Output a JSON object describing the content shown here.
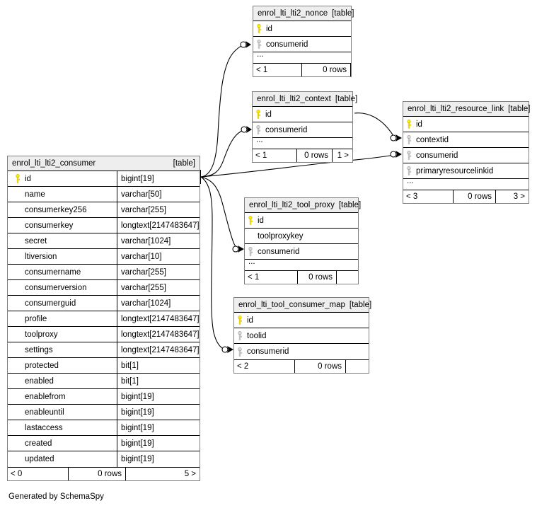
{
  "diagram": {
    "kind": "database-schema-er-diagram",
    "generator_note": "Generated by SchemaSpy",
    "table_kind_label": "[table]",
    "ellipsis_label": "...",
    "rows_label": "0 rows",
    "pk_icon": "yellow-key-icon",
    "fk_icon": "grey-key-icon",
    "colors": {
      "header_fill": "#eeeeee",
      "table_border": "#7f7f7f",
      "row_border": "#000000",
      "pk_key": "#ffea00",
      "fk_key": "#bfbfbf",
      "edge": "#000000",
      "background": "#ffffff"
    }
  },
  "tables": {
    "consumer": {
      "name": "enrol_lti_lti2_consumer",
      "kind": "[table]",
      "columns": [
        {
          "key": "pk",
          "name": "id",
          "type": "bigint[19]"
        },
        {
          "key": "none",
          "name": "name",
          "type": "varchar[50]"
        },
        {
          "key": "none",
          "name": "consumerkey256",
          "type": "varchar[255]"
        },
        {
          "key": "none",
          "name": "consumerkey",
          "type": "longtext[2147483647]"
        },
        {
          "key": "none",
          "name": "secret",
          "type": "varchar[1024]"
        },
        {
          "key": "none",
          "name": "ltiversion",
          "type": "varchar[10]"
        },
        {
          "key": "none",
          "name": "consumername",
          "type": "varchar[255]"
        },
        {
          "key": "none",
          "name": "consumerversion",
          "type": "varchar[255]"
        },
        {
          "key": "none",
          "name": "consumerguid",
          "type": "varchar[1024]"
        },
        {
          "key": "none",
          "name": "profile",
          "type": "longtext[2147483647]"
        },
        {
          "key": "none",
          "name": "toolproxy",
          "type": "longtext[2147483647]"
        },
        {
          "key": "none",
          "name": "settings",
          "type": "longtext[2147483647]"
        },
        {
          "key": "none",
          "name": "protected",
          "type": "bit[1]"
        },
        {
          "key": "none",
          "name": "enabled",
          "type": "bit[1]"
        },
        {
          "key": "none",
          "name": "enablefrom",
          "type": "bigint[19]"
        },
        {
          "key": "none",
          "name": "enableuntil",
          "type": "bigint[19]"
        },
        {
          "key": "none",
          "name": "lastaccess",
          "type": "bigint[19]"
        },
        {
          "key": "none",
          "name": "created",
          "type": "bigint[19]"
        },
        {
          "key": "none",
          "name": "updated",
          "type": "bigint[19]"
        }
      ],
      "has_ellipsis": false,
      "footer": {
        "left": "< 0",
        "middle": "0 rows",
        "right": "5 >"
      }
    },
    "nonce": {
      "name": "enrol_lti_lti2_nonce",
      "kind": "[table]",
      "columns": [
        {
          "key": "pk",
          "name": "id",
          "type": ""
        },
        {
          "key": "fk",
          "name": "consumerid",
          "type": ""
        }
      ],
      "has_ellipsis": true,
      "footer": {
        "left": "< 1",
        "middle": "0 rows",
        "right": ""
      }
    },
    "context": {
      "name": "enrol_lti_lti2_context",
      "kind": "[table]",
      "columns": [
        {
          "key": "pk",
          "name": "id",
          "type": ""
        },
        {
          "key": "fk",
          "name": "consumerid",
          "type": ""
        }
      ],
      "has_ellipsis": true,
      "footer": {
        "left": "< 1",
        "middle": "0 rows",
        "right": "1 >"
      }
    },
    "resource_link": {
      "name": "enrol_lti_lti2_resource_link",
      "kind": "[table]",
      "columns": [
        {
          "key": "pk",
          "name": "id",
          "type": ""
        },
        {
          "key": "fk",
          "name": "contextid",
          "type": ""
        },
        {
          "key": "fk",
          "name": "consumerid",
          "type": ""
        },
        {
          "key": "fk",
          "name": "primaryresourcelinkid",
          "type": ""
        }
      ],
      "has_ellipsis": true,
      "footer": {
        "left": "< 3",
        "middle": "0 rows",
        "right": "3 >"
      }
    },
    "tool_proxy": {
      "name": "enrol_lti_lti2_tool_proxy",
      "kind": "[table]",
      "columns": [
        {
          "key": "pk",
          "name": "id",
          "type": ""
        },
        {
          "key": "none",
          "name": "toolproxykey",
          "type": ""
        },
        {
          "key": "fk",
          "name": "consumerid",
          "type": ""
        }
      ],
      "has_ellipsis": true,
      "footer": {
        "left": "< 1",
        "middle": "0 rows",
        "right": ""
      }
    },
    "tool_consumer_map": {
      "name": "enrol_lti_tool_consumer_map",
      "kind": "[table]",
      "columns": [
        {
          "key": "pk",
          "name": "id",
          "type": ""
        },
        {
          "key": "fk",
          "name": "toolid",
          "type": ""
        },
        {
          "key": "fk",
          "name": "consumerid",
          "type": ""
        }
      ],
      "has_ellipsis": false,
      "footer": {
        "left": "< 2",
        "middle": "0 rows",
        "right": ""
      }
    }
  },
  "relationships": [
    {
      "from": "enrol_lti_lti2_consumer.id",
      "to": "enrol_lti_lti2_nonce.consumerid"
    },
    {
      "from": "enrol_lti_lti2_consumer.id",
      "to": "enrol_lti_lti2_context.consumerid"
    },
    {
      "from": "enrol_lti_lti2_consumer.id",
      "to": "enrol_lti_lti2_resource_link.consumerid"
    },
    {
      "from": "enrol_lti_lti2_context.id",
      "to": "enrol_lti_lti2_resource_link.contextid"
    },
    {
      "from": "enrol_lti_lti2_consumer.id",
      "to": "enrol_lti_lti2_tool_proxy.consumerid"
    },
    {
      "from": "enrol_lti_lti2_consumer.id",
      "to": "enrol_lti_tool_consumer_map.consumerid"
    }
  ]
}
